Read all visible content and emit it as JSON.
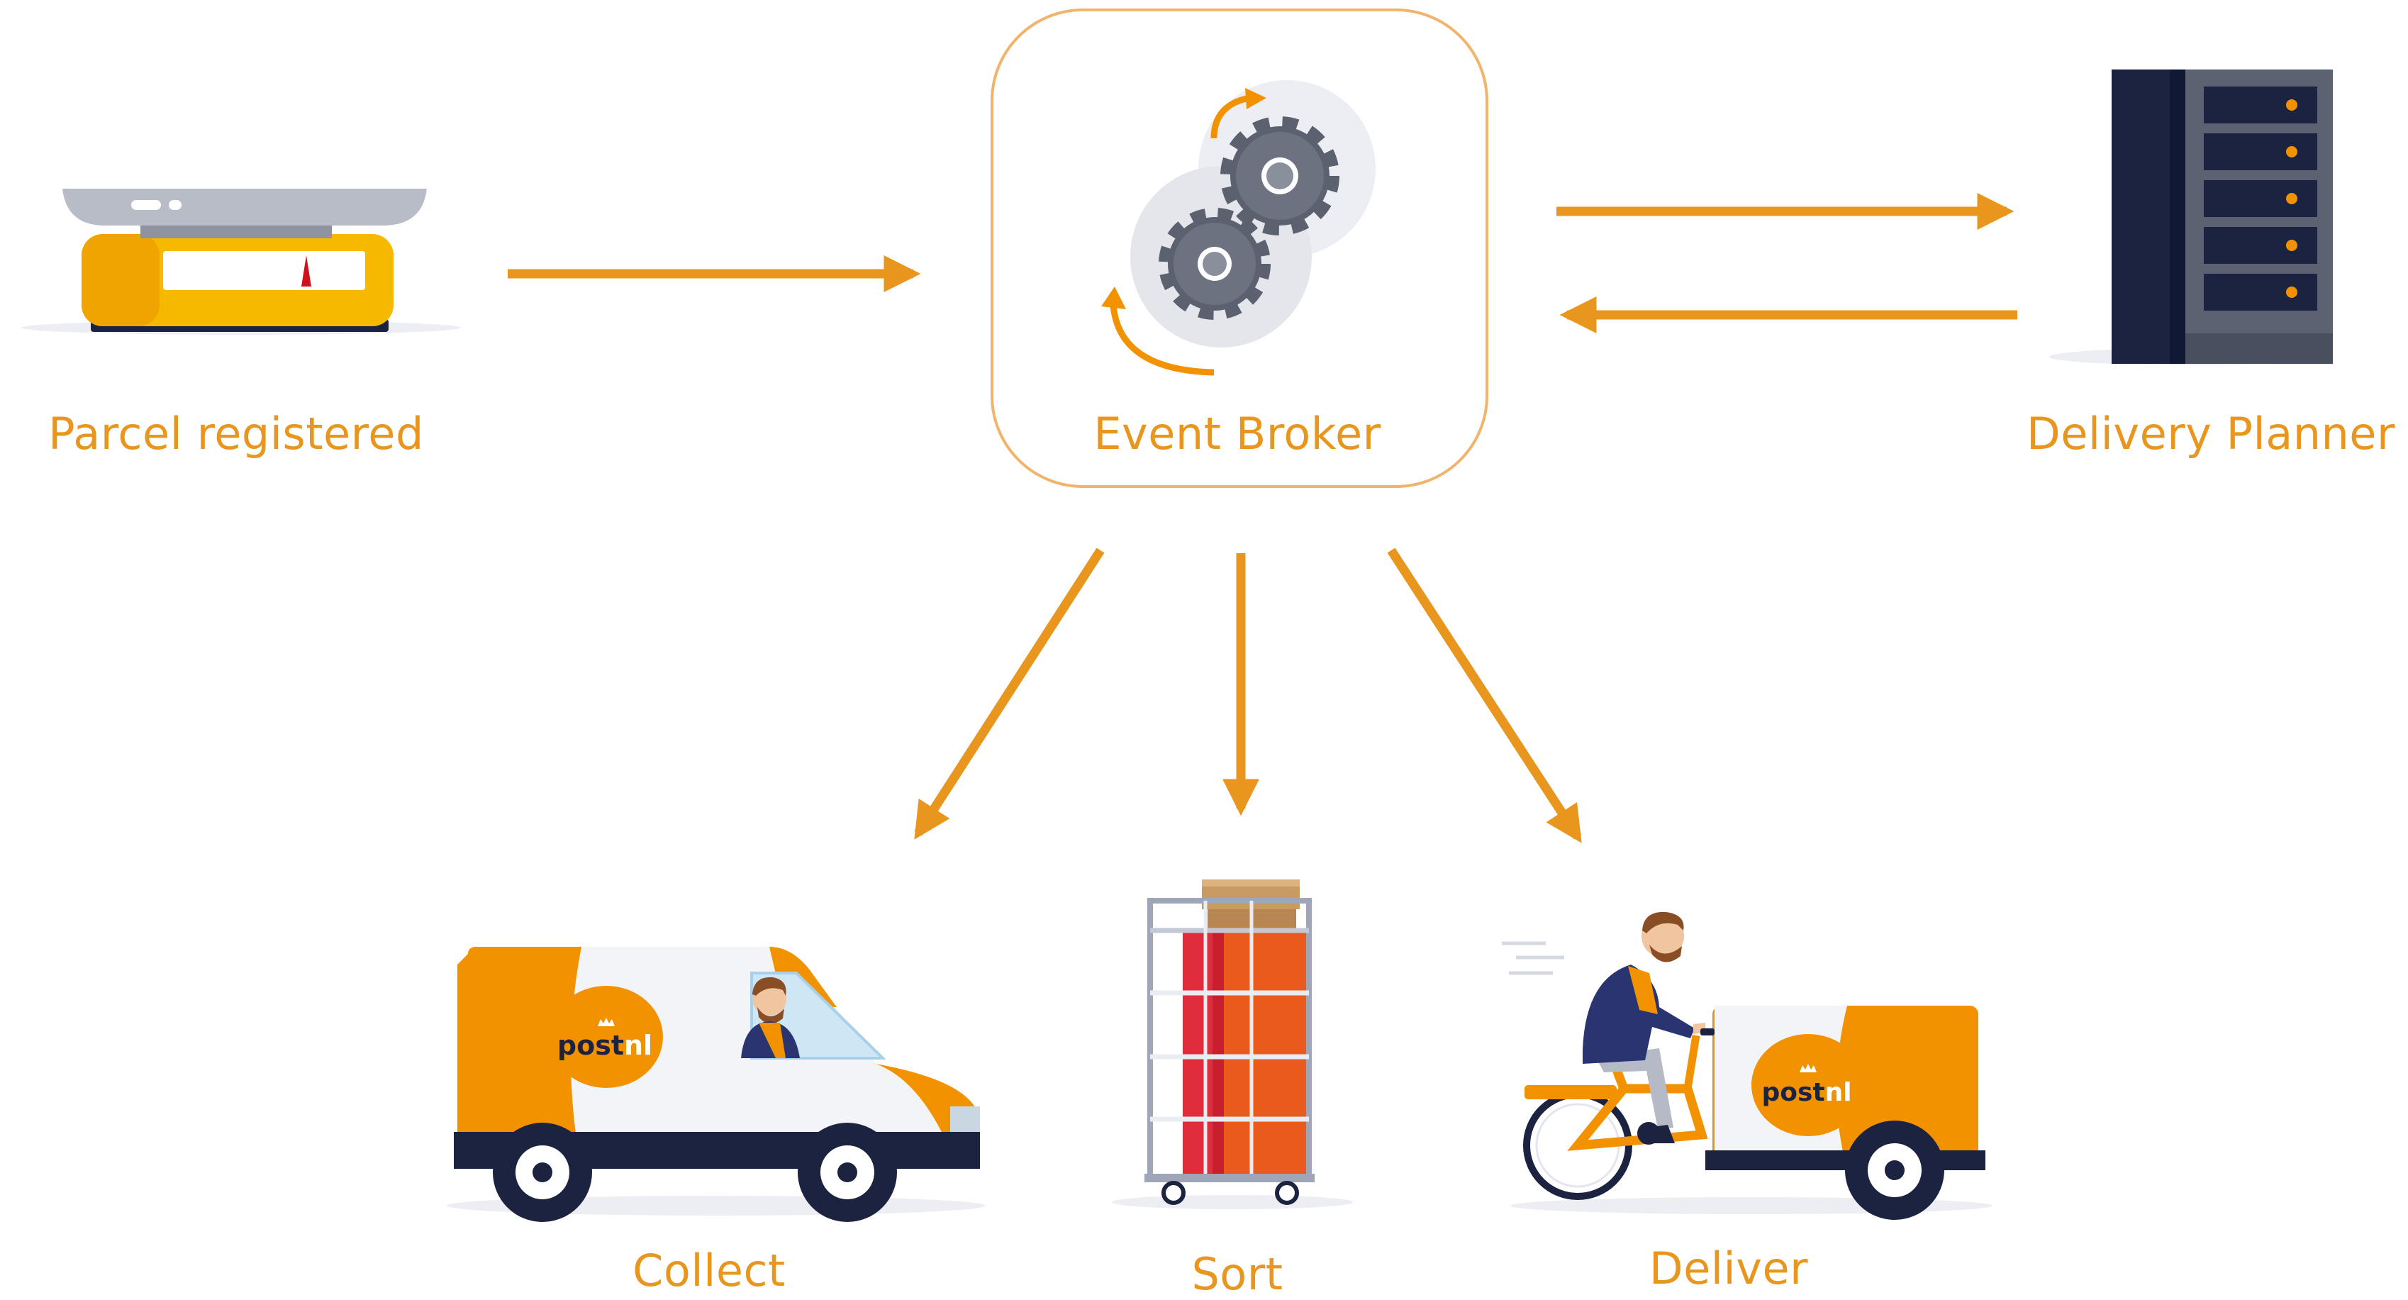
{
  "nodes": {
    "parcel_registered": {
      "label": "Parcel registered",
      "icon": "weighing-scale-icon"
    },
    "event_broker": {
      "label": "Event Broker",
      "icon": "gears-icon"
    },
    "delivery_planner": {
      "label": "Delivery Planner",
      "icon": "server-rack-icon"
    },
    "collect": {
      "label": "Collect",
      "icon": "delivery-van-icon"
    },
    "sort": {
      "label": "Sort",
      "icon": "roll-cage-trolley-icon"
    },
    "deliver": {
      "label": "Deliver",
      "icon": "cargo-bike-icon"
    }
  },
  "brand": {
    "logo_text_dark": "post",
    "logo_text_light": "nl"
  },
  "colors": {
    "accent_orange": "#e8961e",
    "arrow_orange": "#e8961e",
    "brand_orange": "#f39200",
    "navy": "#1c2340",
    "box_border": "#f0b46a"
  }
}
